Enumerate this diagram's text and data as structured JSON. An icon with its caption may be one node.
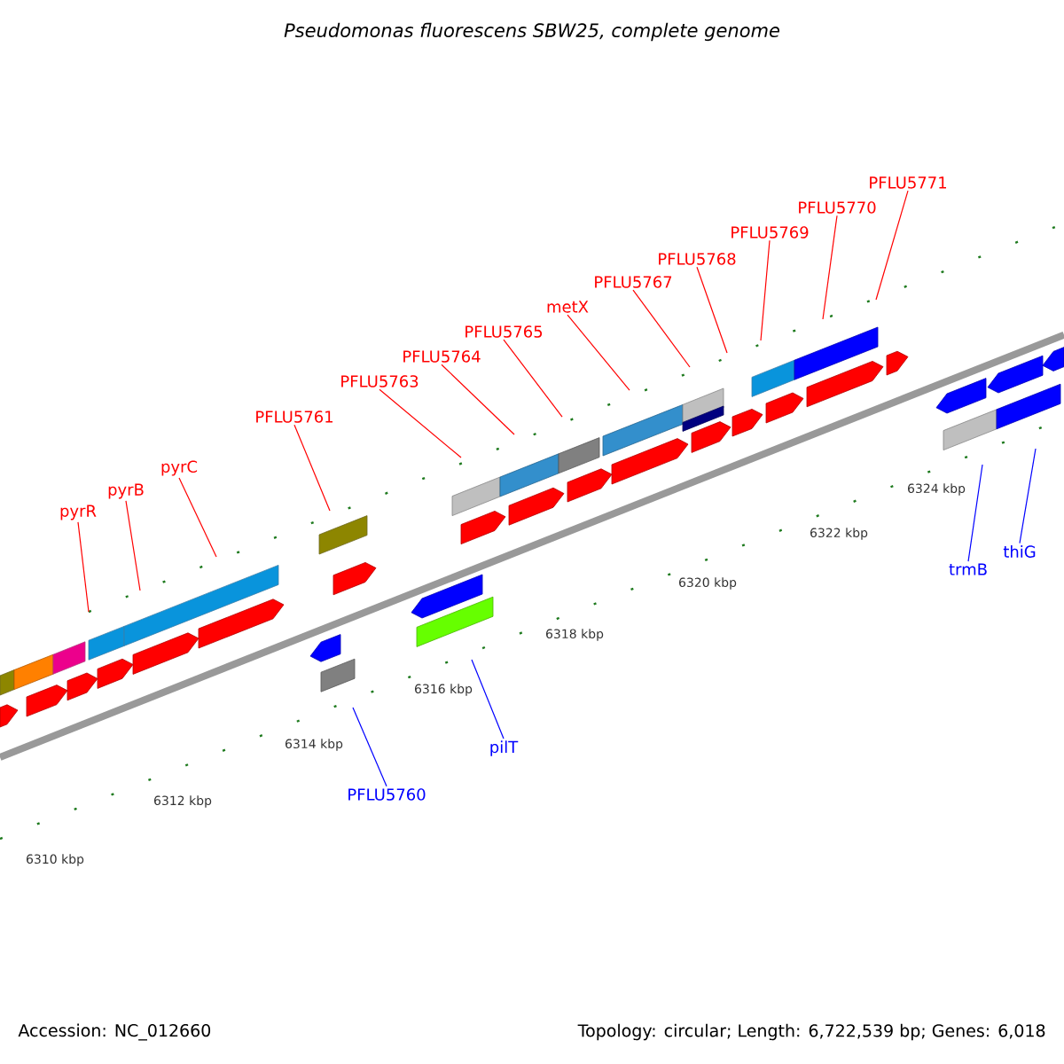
{
  "diagram": {
    "title": "Pseudomonas fluorescens SBW25, complete genome",
    "nodes": [
      {
        "text": [
          "pyrR"
        ]
      },
      {
        "text": [
          "pyrB"
        ]
      },
      {
        "text": [
          "pyrC"
        ]
      },
      {
        "text": [
          "PFLU5761"
        ]
      },
      {
        "text": [
          "PFLU5763"
        ]
      },
      {
        "text": [
          "PFLU5764"
        ]
      },
      {
        "text": [
          "PFLU5765"
        ]
      },
      {
        "text": [
          "metX"
        ]
      },
      {
        "text": [
          "PFLU5767"
        ]
      },
      {
        "text": [
          "PFLU5768"
        ]
      },
      {
        "text": [
          "PFLU5769"
        ]
      },
      {
        "text": [
          "PFLU5770"
        ]
      },
      {
        "text": [
          "PFLU5771"
        ]
      },
      {
        "text": [
          "PFLU5760"
        ]
      },
      {
        "text": [
          "pilT"
        ]
      },
      {
        "text": [
          "trmB"
        ]
      },
      {
        "text": [
          "thiG"
        ]
      }
    ],
    "edges": [
      {
        "from": 0,
        "to": null,
        "arrow": "none"
      },
      {
        "from": 1,
        "to": null,
        "arrow": "none"
      },
      {
        "from": 2,
        "to": null,
        "arrow": "none"
      },
      {
        "from": 3,
        "to": null,
        "arrow": "none"
      },
      {
        "from": 4,
        "to": null,
        "arrow": "none"
      },
      {
        "from": 5,
        "to": null,
        "arrow": "none"
      },
      {
        "from": 6,
        "to": null,
        "arrow": "none"
      },
      {
        "from": 7,
        "to": null,
        "arrow": "none"
      },
      {
        "from": 8,
        "to": null,
        "arrow": "none"
      },
      {
        "from": 9,
        "to": null,
        "arrow": "none"
      },
      {
        "from": 10,
        "to": null,
        "arrow": "none"
      },
      {
        "from": 11,
        "to": null,
        "arrow": "none"
      },
      {
        "from": 12,
        "to": null,
        "arrow": "none"
      },
      {
        "from": 13,
        "to": null,
        "arrow": "none",
        "color": "#0000ff"
      },
      {
        "from": 14,
        "to": null,
        "arrow": "none",
        "color": "#0000ff"
      },
      {
        "from": 15,
        "to": null,
        "arrow": "none",
        "color": "#0000ff"
      },
      {
        "from": 16,
        "to": null,
        "arrow": "none",
        "color": "#0000ff"
      }
    ],
    "labels": [
      "6310 kbp",
      "6312 kbp",
      "6314 kbp",
      "6316 kbp",
      "6318 kbp",
      "6320 kbp",
      "6322 kbp",
      "6324 kbp",
      "Accession: NC_012660",
      "Topology: circular; Length: 6,722,539 bp; Genes: 6,018"
    ]
  }
}
